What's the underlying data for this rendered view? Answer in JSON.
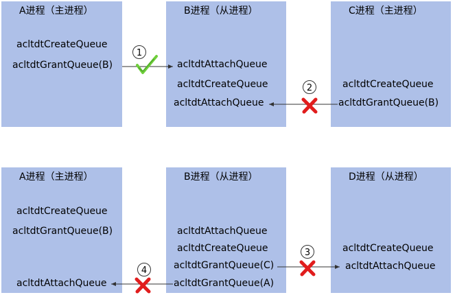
{
  "diagram1": {
    "A": {
      "title": "A进程（主进程）",
      "calls": [
        "acltdtCreateQueue",
        "acltdtGrantQueue(B)"
      ]
    },
    "B": {
      "title": "B进程（从进程）",
      "calls": [
        "acltdtAttachQueue",
        "acltdtCreateQueue",
        "acltdtAttachQueue"
      ]
    },
    "C": {
      "title": "C进程（主进程）",
      "calls": [
        "acltdtCreateQueue",
        "acltdtGrantQueue(B)"
      ]
    },
    "steps": [
      {
        "number": "1",
        "status": "allowed",
        "mark_color": "#6fcf3b"
      },
      {
        "number": "2",
        "status": "denied",
        "mark_color": "#e11d1d"
      }
    ]
  },
  "diagram2": {
    "A": {
      "title": "A进程（主进程）",
      "calls": [
        "acltdtCreateQueue",
        "acltdtGrantQueue(B)",
        "acltdtAttachQueue"
      ]
    },
    "B": {
      "title": "B进程（从进程）",
      "calls": [
        "acltdtAttachQueue",
        "acltdtCreateQueue",
        "acltdtGrantQueue(C)",
        "acltdtGrantQueue(A)"
      ]
    },
    "D": {
      "title": "D进程（从进程）",
      "calls": [
        "acltdtCreateQueue",
        "acltdtAttachQueue"
      ]
    },
    "steps": [
      {
        "number": "3",
        "status": "denied",
        "mark_color": "#e11d1d"
      },
      {
        "number": "4",
        "status": "denied",
        "mark_color": "#e11d1d"
      }
    ]
  },
  "colors": {
    "box_fill": "#aec0e8",
    "arrow": "#333333"
  }
}
